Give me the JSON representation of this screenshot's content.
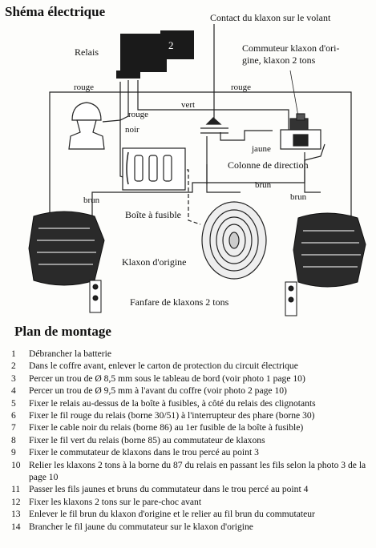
{
  "diagram": {
    "title": "Shéma électrique",
    "labels": {
      "contact": "Contact du klaxon sur le volant",
      "commutateur_line1": "Commuteur klaxon d'ori-",
      "commutateur_line2": "gine, klaxon 2 tons",
      "relais": "Relais",
      "rouge_left": "rouge",
      "rouge_right": "rouge",
      "rouge_relay": "rouge",
      "vert": "vert",
      "noir": "noir",
      "jaune": "jaune",
      "colonne": "Colonne de direction",
      "brun_center": "brun",
      "brun_left": "brun",
      "brun_right": "brun",
      "boite_fusible": "Boîte à fusible",
      "klaxon_origine": "Klaxon d'origine",
      "fanfare": "Fanfare de klaxons 2 tons",
      "relay_mark": "2"
    }
  },
  "plan": {
    "title": "Plan de montage",
    "steps": [
      {
        "n": "1",
        "text": "Débrancher la batterie"
      },
      {
        "n": "2",
        "text": "Dans le coffre avant, enlever le carton de protection du circuit électrique"
      },
      {
        "n": "3",
        "text": "Percer un trou de Ø 8,5 mm  sous le tableau de bord (voir photo 1 page 10)"
      },
      {
        "n": "4",
        "text": "Percer un trou de Ø  9,5 mm à l'avant du coffre  (voir photo 2 page 10)"
      },
      {
        "n": "5",
        "text": "Fixer le relais au-dessus de la boîte à fusibles, à côté du relais des clignotants"
      },
      {
        "n": "6",
        "text": "Fixer le fil rouge du relais (borne 30/51) à l'interrupteur des phare (borne 30)"
      },
      {
        "n": "7",
        "text": "Fixer le cable noir du relais (borne 86) au 1er fusible de la boîte à fusible)"
      },
      {
        "n": "8",
        "text": "Fixer le fil vert du relais (borne 85) au commutateur de klaxons"
      },
      {
        "n": "9",
        "text": "Fixer le commutateur de klaxons dans le trou percé au point 3"
      },
      {
        "n": "10",
        "text": "Relier les klaxons 2 tons à la borne du 87 du relais en passant les fils selon la photo 3 de la page 10"
      },
      {
        "n": "11",
        "text": "Passer les fils jaunes et bruns du commutateur dans le trou percé au point 4"
      },
      {
        "n": "12",
        "text": "Fixer les klaxons 2 tons sur le pare-choc avant"
      },
      {
        "n": "13",
        "text": "Enlever le fil brun du klaxon d'origine et le relier au fil brun du commutateur"
      },
      {
        "n": "14",
        "text": "Brancher le fil jaune du commutateur sur le klaxon d'origine"
      }
    ]
  }
}
